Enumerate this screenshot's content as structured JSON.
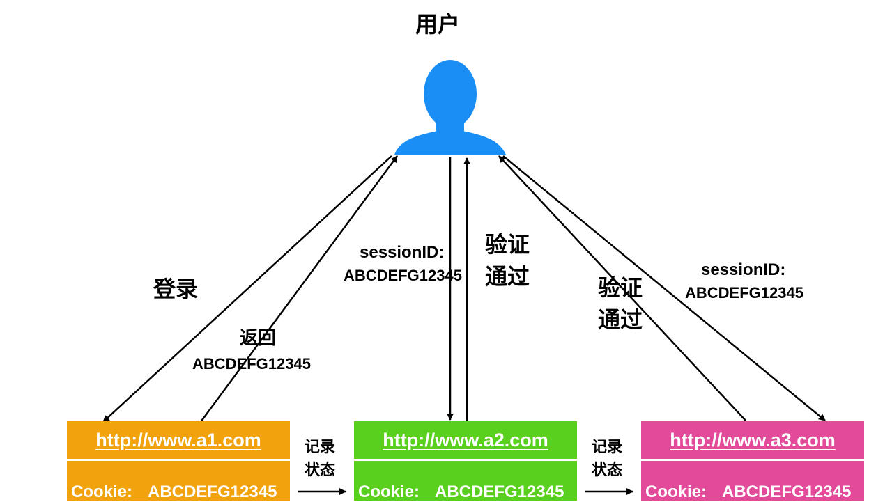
{
  "user": {
    "title": "用户",
    "icon": "user-silhouette-icon",
    "color": "#1b8ef5"
  },
  "flows": {
    "login": "登录",
    "return_label": "返回",
    "return_value": "ABCDEFG12345",
    "session_a2_key": "sessionID:",
    "session_a2_value": "ABCDEFG12345",
    "verify_a2_line1": "验证",
    "verify_a2_line2": "通过",
    "verify_a3_line1": "验证",
    "verify_a3_line2": "通过",
    "session_a3_key": "sessionID:",
    "session_a3_value": "ABCDEFG12345"
  },
  "sites": [
    {
      "url": "http://www.a1.com",
      "cookie_key": "Cookie:",
      "cookie_value": "ABCDEFG12345",
      "color": "#f2a20d"
    },
    {
      "url": "http://www.a2.com",
      "cookie_key": "Cookie:",
      "cookie_value": "ABCDEFG12345",
      "color": "#5ad01e"
    },
    {
      "url": "http://www.a3.com",
      "cookie_key": "Cookie:",
      "cookie_value": "ABCDEFG12345",
      "color": "#e34b9a"
    }
  ],
  "record_state": [
    {
      "line1": "记录",
      "line2": "状态"
    },
    {
      "line1": "记录",
      "line2": "状态"
    }
  ]
}
